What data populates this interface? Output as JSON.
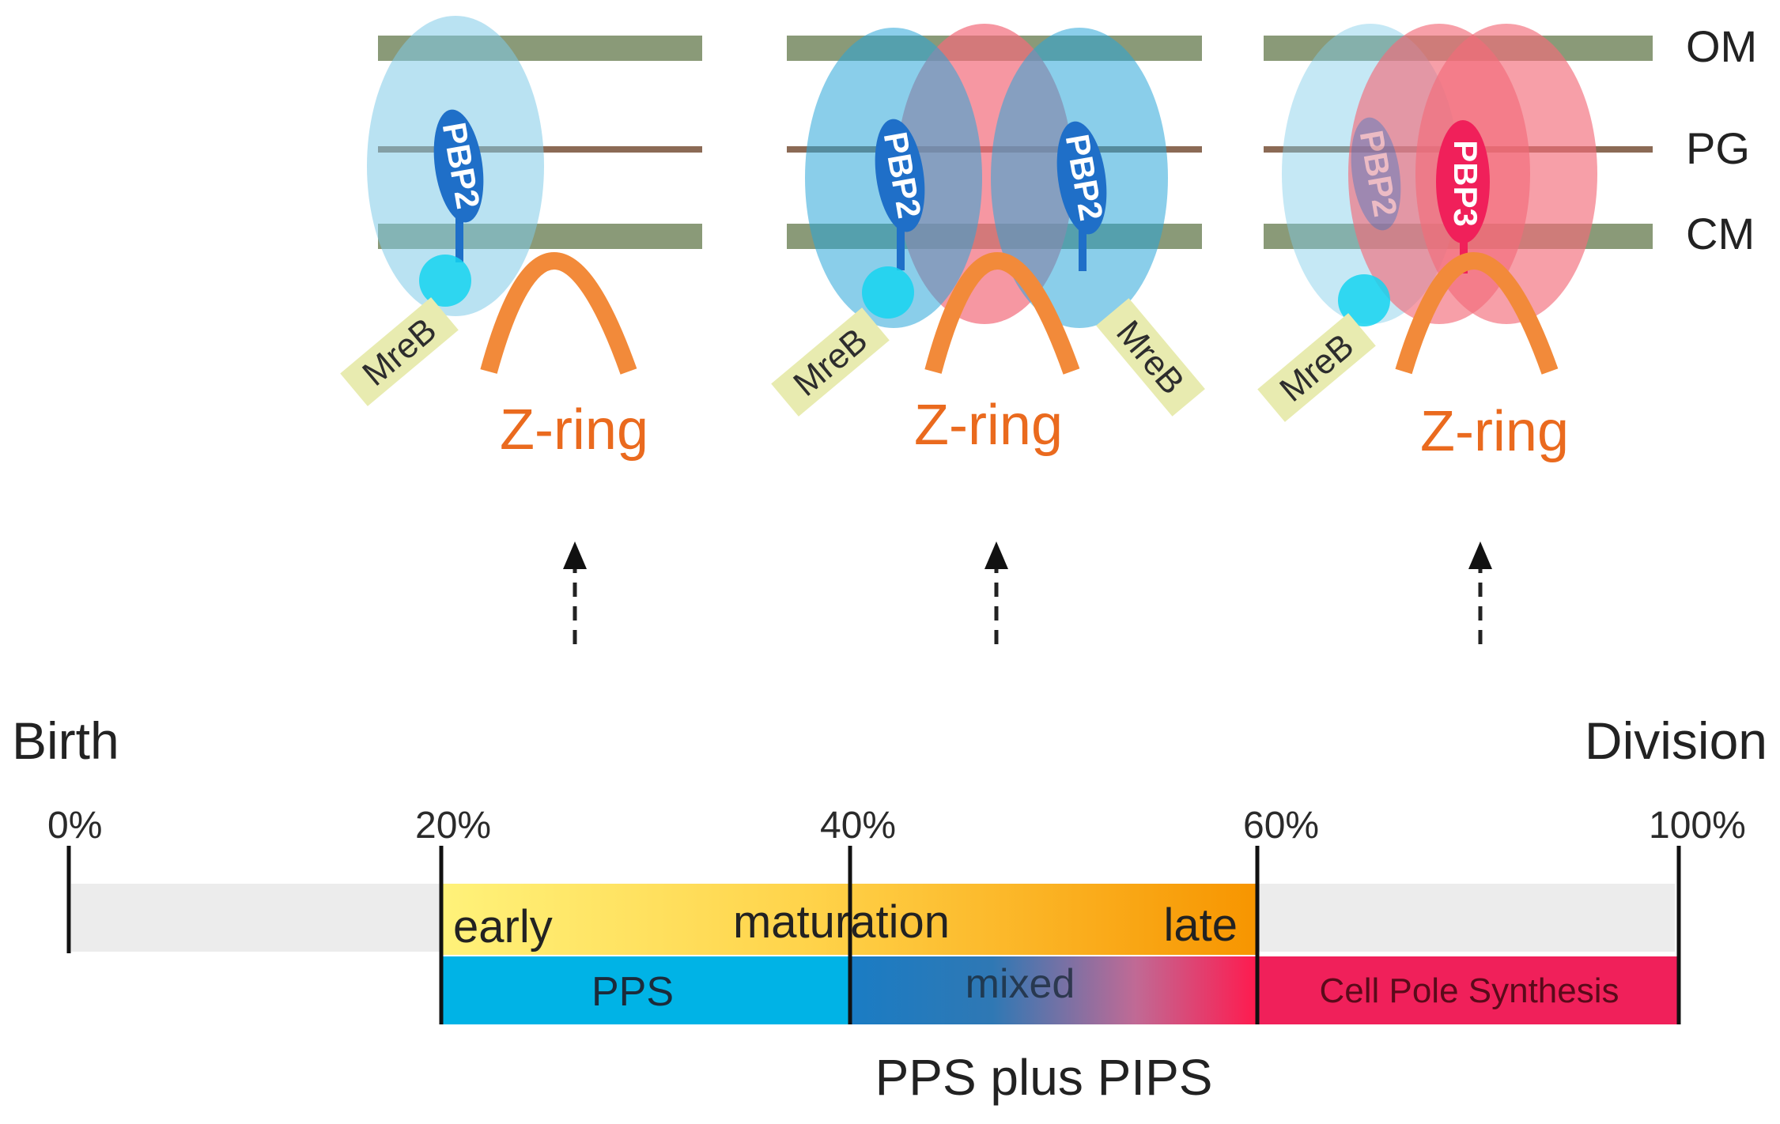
{
  "membrane_labels": {
    "om": "OM",
    "pg": "PG",
    "cm": "CM"
  },
  "panels": [
    {
      "protein_left": "PBP2",
      "mreb_left": "MreB",
      "zring": "Z-ring"
    },
    {
      "protein_left": "PBP2",
      "protein_right": "PBP2",
      "mreb_left": "MreB",
      "mreb_right": "MreB",
      "zring": "Z-ring"
    },
    {
      "protein_faded": "PBP2",
      "protein_right": "PBP3",
      "mreb_left": "MreB",
      "zring": "Z-ring"
    }
  ],
  "timeline": {
    "start_label": "Birth",
    "end_label": "Division",
    "ticks": [
      "0%",
      "20%",
      "40%",
      "60%",
      "100%"
    ],
    "phases": {
      "early": "early",
      "maturation": "maturation",
      "late": "late"
    },
    "modes": {
      "pps": "PPS",
      "mixed": "mixed",
      "cell_pole": "Cell Pole Synthesis"
    },
    "caption": "PPS plus PIPS"
  },
  "colors": {
    "membrane": "#8a9a78",
    "peptidoglycan": "#8b6a55",
    "blue_ellipse": "#7fcbe8",
    "red_ellipse": "#f26b7a",
    "pbp2": "#1f6fc8",
    "pbp3": "#f0205a",
    "mreb_box": "#e8ebb0",
    "zring": "#f28a3a",
    "pps_bar": "#00b3e6",
    "cell_pole_bar": "#f0205a",
    "track": "#ececec"
  }
}
